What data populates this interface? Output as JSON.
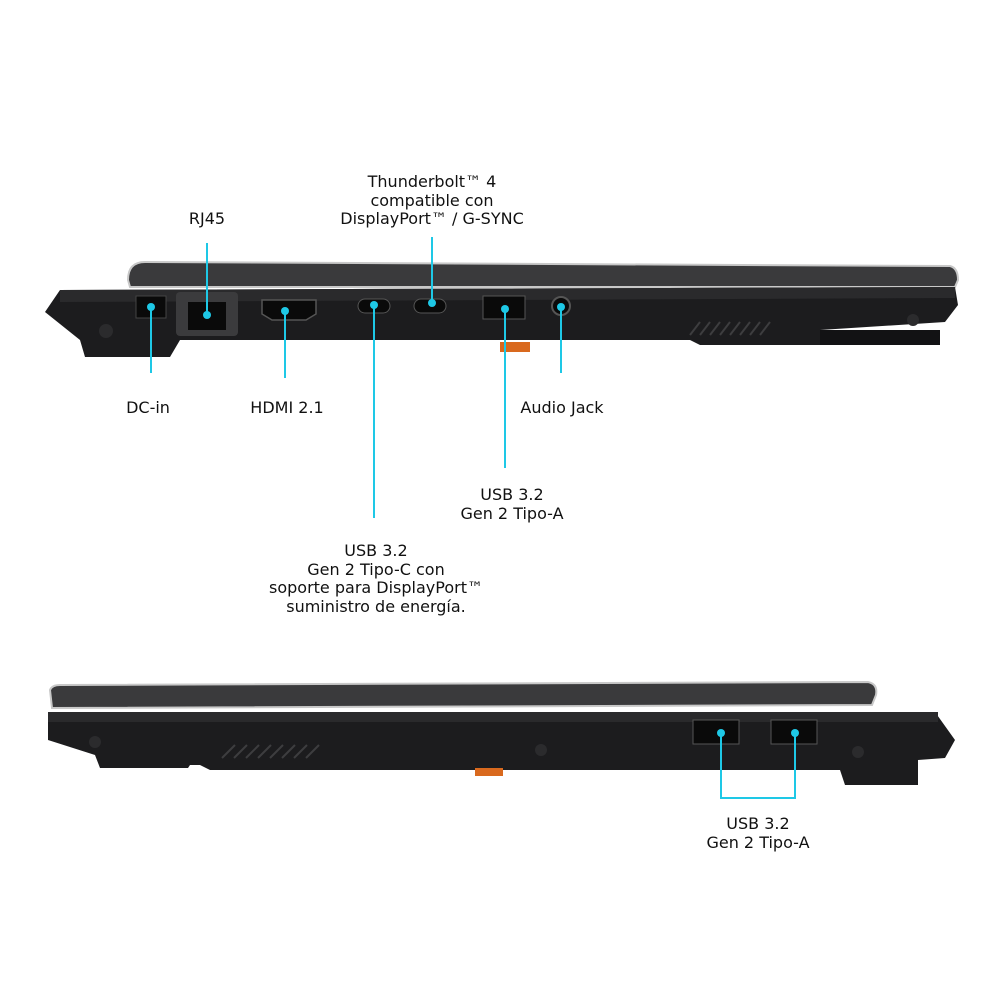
{
  "accent_color": "#1ec8e6",
  "left_side": {
    "rj45": "RJ45",
    "thunderbolt": [
      "Thunderbolt™ 4",
      "compatible con",
      "DisplayPort™ / G-SYNC"
    ],
    "dc_in": "DC-in",
    "hdmi": "HDMI 2.1",
    "audio": "Audio Jack",
    "usb_a": [
      "USB 3.2",
      "Gen 2 Tipo-A"
    ],
    "usb_c": [
      "USB 3.2",
      "Gen 2 Tipo-C con",
      "soporte para DisplayPort™",
      "suministro de energía."
    ]
  },
  "right_side": {
    "usb_a": [
      "USB 3.2",
      "Gen 2 Tipo-A"
    ]
  }
}
